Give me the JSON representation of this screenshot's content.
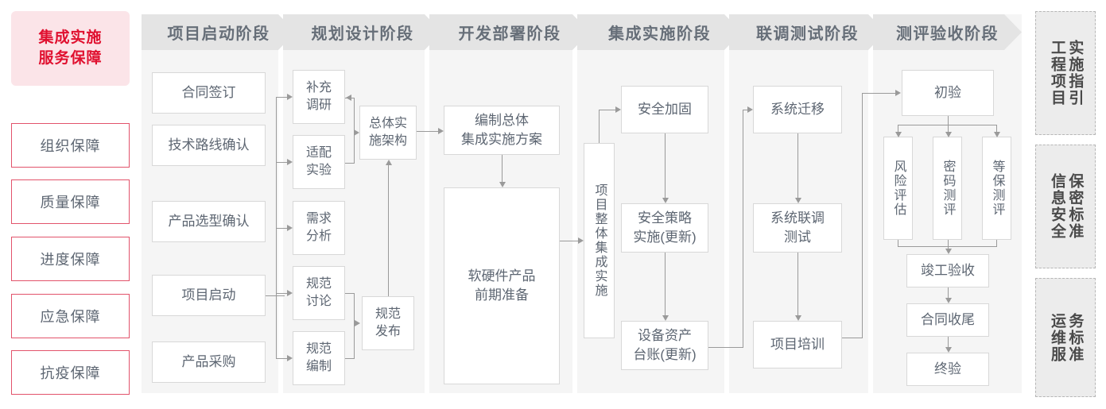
{
  "sidebar": {
    "title_line1": "集成实施",
    "title_line2": "服务保障",
    "items": [
      {
        "label": "组织保障"
      },
      {
        "label": "质量保障"
      },
      {
        "label": "进度保障"
      },
      {
        "label": "应急保障"
      },
      {
        "label": "抗疫保障"
      }
    ]
  },
  "phases": [
    {
      "name": "项目启动阶段"
    },
    {
      "name": "规划设计阶段"
    },
    {
      "name": "开发部署阶段"
    },
    {
      "name": "集成实施阶段"
    },
    {
      "name": "联调测试阶段"
    },
    {
      "name": "测评验收阶段"
    }
  ],
  "nodes": {
    "p1": [
      {
        "label": "合同签订"
      },
      {
        "label": "技术路线确认"
      },
      {
        "label": "产品选型确认"
      },
      {
        "label": "项目启动"
      },
      {
        "label": "产品采购"
      }
    ],
    "p2": [
      {
        "label": "补充\n调研"
      },
      {
        "label": "适配\n实验"
      },
      {
        "label": "需求\n分析"
      },
      {
        "label": "规范\n讨论"
      },
      {
        "label": "规范\n编制"
      },
      {
        "label": "总体实\n施架构"
      },
      {
        "label": "规范\n发布"
      }
    ],
    "p3": [
      {
        "label": "编制总体\n集成实施方案"
      },
      {
        "label": "软硬件产品\n前期准备"
      }
    ],
    "p4": [
      {
        "label": "项目整体集成实施"
      },
      {
        "label": "安全加固"
      },
      {
        "label": "安全策略\n实施(更新)"
      },
      {
        "label": "设备资产\n台账(更新)"
      }
    ],
    "p5": [
      {
        "label": "系统迁移"
      },
      {
        "label": "系统联调\n测试"
      },
      {
        "label": "项目培训"
      }
    ],
    "p6": [
      {
        "label": "初验"
      },
      {
        "label": "风险评估"
      },
      {
        "label": "密码测评"
      },
      {
        "label": "等保测评"
      },
      {
        "label": "竣工验收"
      },
      {
        "label": "合同收尾"
      },
      {
        "label": "终验"
      }
    ]
  },
  "standards": [
    {
      "label": "工程项目实施指引"
    },
    {
      "label": "信息安全保密标准"
    },
    {
      "label": "运维服务标准"
    }
  ],
  "colors": {
    "accent_red": "#e0102f",
    "accent_red_border": "#e2536b",
    "title_bg": "#fbe4e8",
    "column_bg": "#f5f5f5",
    "header_bg": "#e4e4e4",
    "node_border": "#d8d8d8",
    "text": "#5d6672",
    "connector": "#9a9a9a",
    "standards_bg": "#ececec",
    "standards_border": "#b6b6b6"
  }
}
